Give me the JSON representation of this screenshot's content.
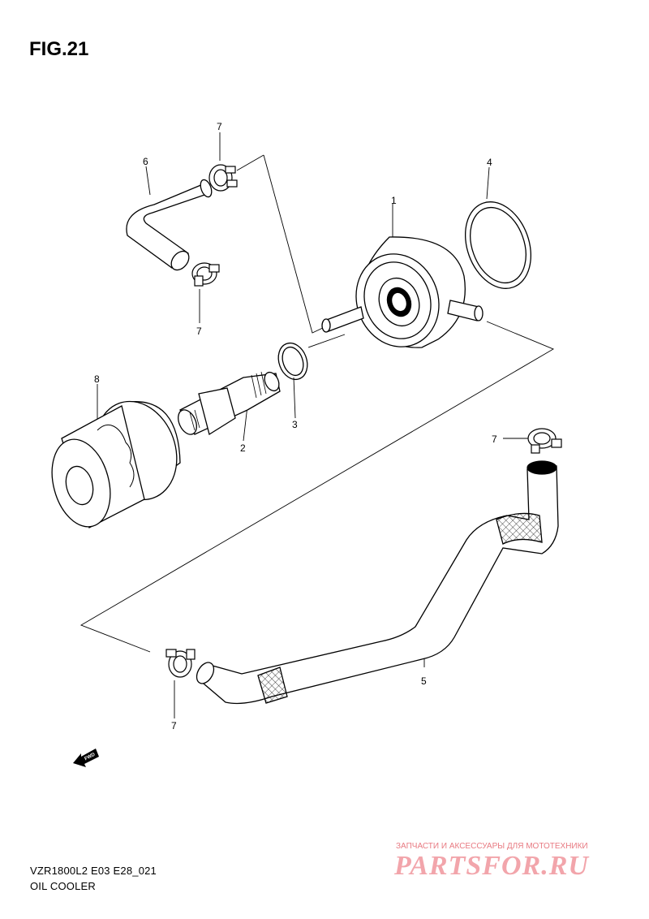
{
  "figure": {
    "title": "FIG.21"
  },
  "parts": {
    "p1": "1",
    "p2": "2",
    "p3": "3",
    "p4": "4",
    "p5": "5",
    "p6": "6",
    "p7": "7",
    "p8": "8"
  },
  "fwd_label": "FWD",
  "footer": {
    "model_code": "VZR1800L2 E03 E28_021",
    "section_name": "OIL COOLER"
  },
  "watermark": {
    "tagline": "ЗАПЧАСТИ И АКСЕССУАРЫ ДЛЯ МОТОТЕХНИКИ",
    "logo": "PARTSFOR.RU"
  }
}
